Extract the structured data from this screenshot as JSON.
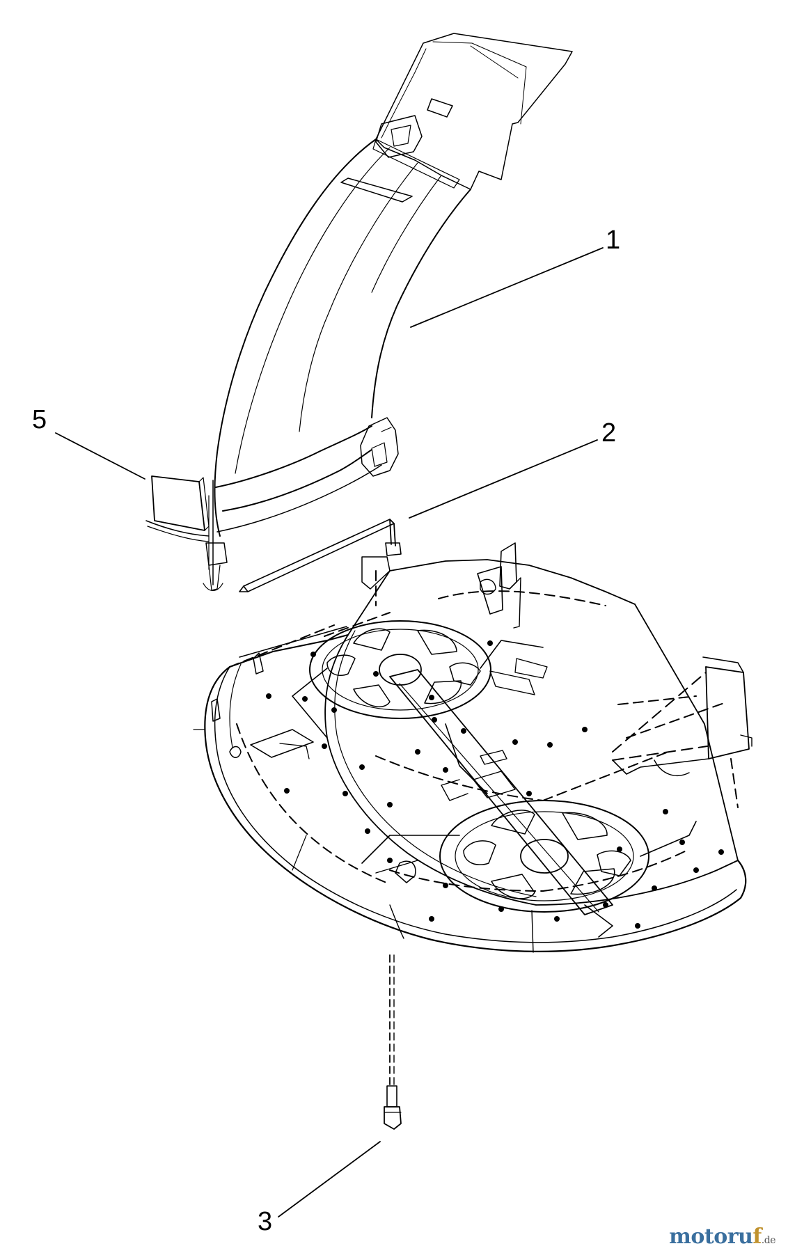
{
  "callouts": {
    "c1": "1",
    "c2": "2",
    "c3": "3",
    "c5": "5"
  },
  "watermark": {
    "main": "motoru",
    "accent": "f",
    "tld": ".de"
  },
  "colors": {
    "ink": "#000000",
    "watermark_main": "#3a6f9e",
    "watermark_accent": "#c0922e"
  }
}
